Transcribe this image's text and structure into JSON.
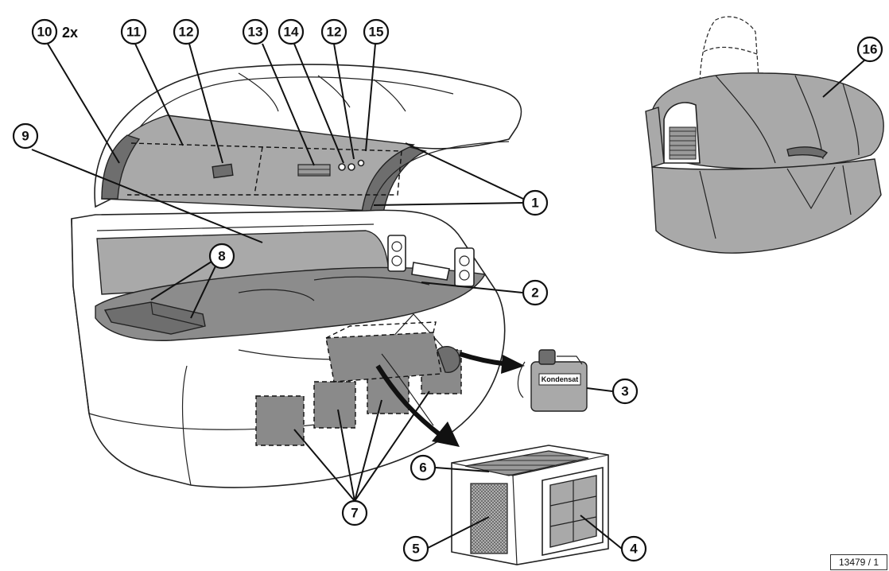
{
  "callouts": {
    "c1": "1",
    "c2": "2",
    "c3": "3",
    "c4": "4",
    "c5": "5",
    "c6": "6",
    "c7": "7",
    "c8": "8",
    "c9": "9",
    "c10": "10",
    "c11": "11",
    "c12a": "12",
    "c12b": "12",
    "c13": "13",
    "c14": "14",
    "c15": "15",
    "c16": "16"
  },
  "callout_suffix_10": "2x",
  "canister_label": "Kondensat",
  "figure_reference": "13479 / 1"
}
